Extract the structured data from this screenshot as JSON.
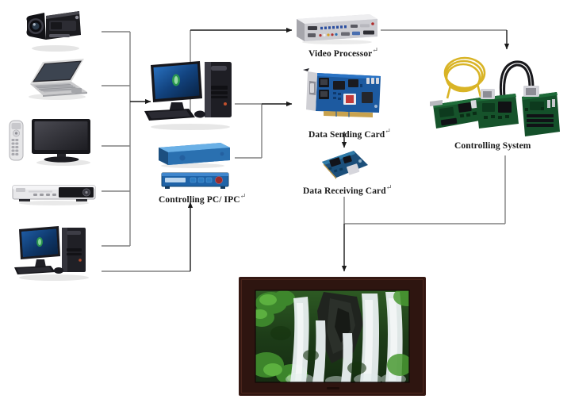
{
  "diagram": {
    "title": "LED Display Control System Block Diagram",
    "background_color": "#ffffff",
    "line_color": "#808080",
    "arrow_color": "#1a1a1a",
    "sources": [
      {
        "id": "camcorder",
        "name": "camcorder",
        "label": ""
      },
      {
        "id": "laptop",
        "name": "laptop",
        "label": ""
      },
      {
        "id": "tv",
        "name": "tv-and-remote",
        "label": ""
      },
      {
        "id": "dvd",
        "name": "dvd-player",
        "label": ""
      },
      {
        "id": "desktop",
        "name": "desktop-computer",
        "label": ""
      }
    ],
    "nodes": {
      "controlling_pc": {
        "label": "Controlling PC/ IPC",
        "mark": "↵"
      },
      "video_processor": {
        "label": "Video Processor",
        "mark": "↵"
      },
      "data_sending_card": {
        "label": "Data Sending Card",
        "mark": "↵"
      },
      "data_receiving_card": {
        "label": "Data Receiving Card",
        "mark": "↵"
      },
      "controlling_system": {
        "label": "Controlling System",
        "mark": ""
      },
      "led_display": {
        "label": "",
        "mark": ""
      }
    },
    "screen_content": {
      "description": "waterfall",
      "bezel_color": "#3a1a14"
    }
  }
}
